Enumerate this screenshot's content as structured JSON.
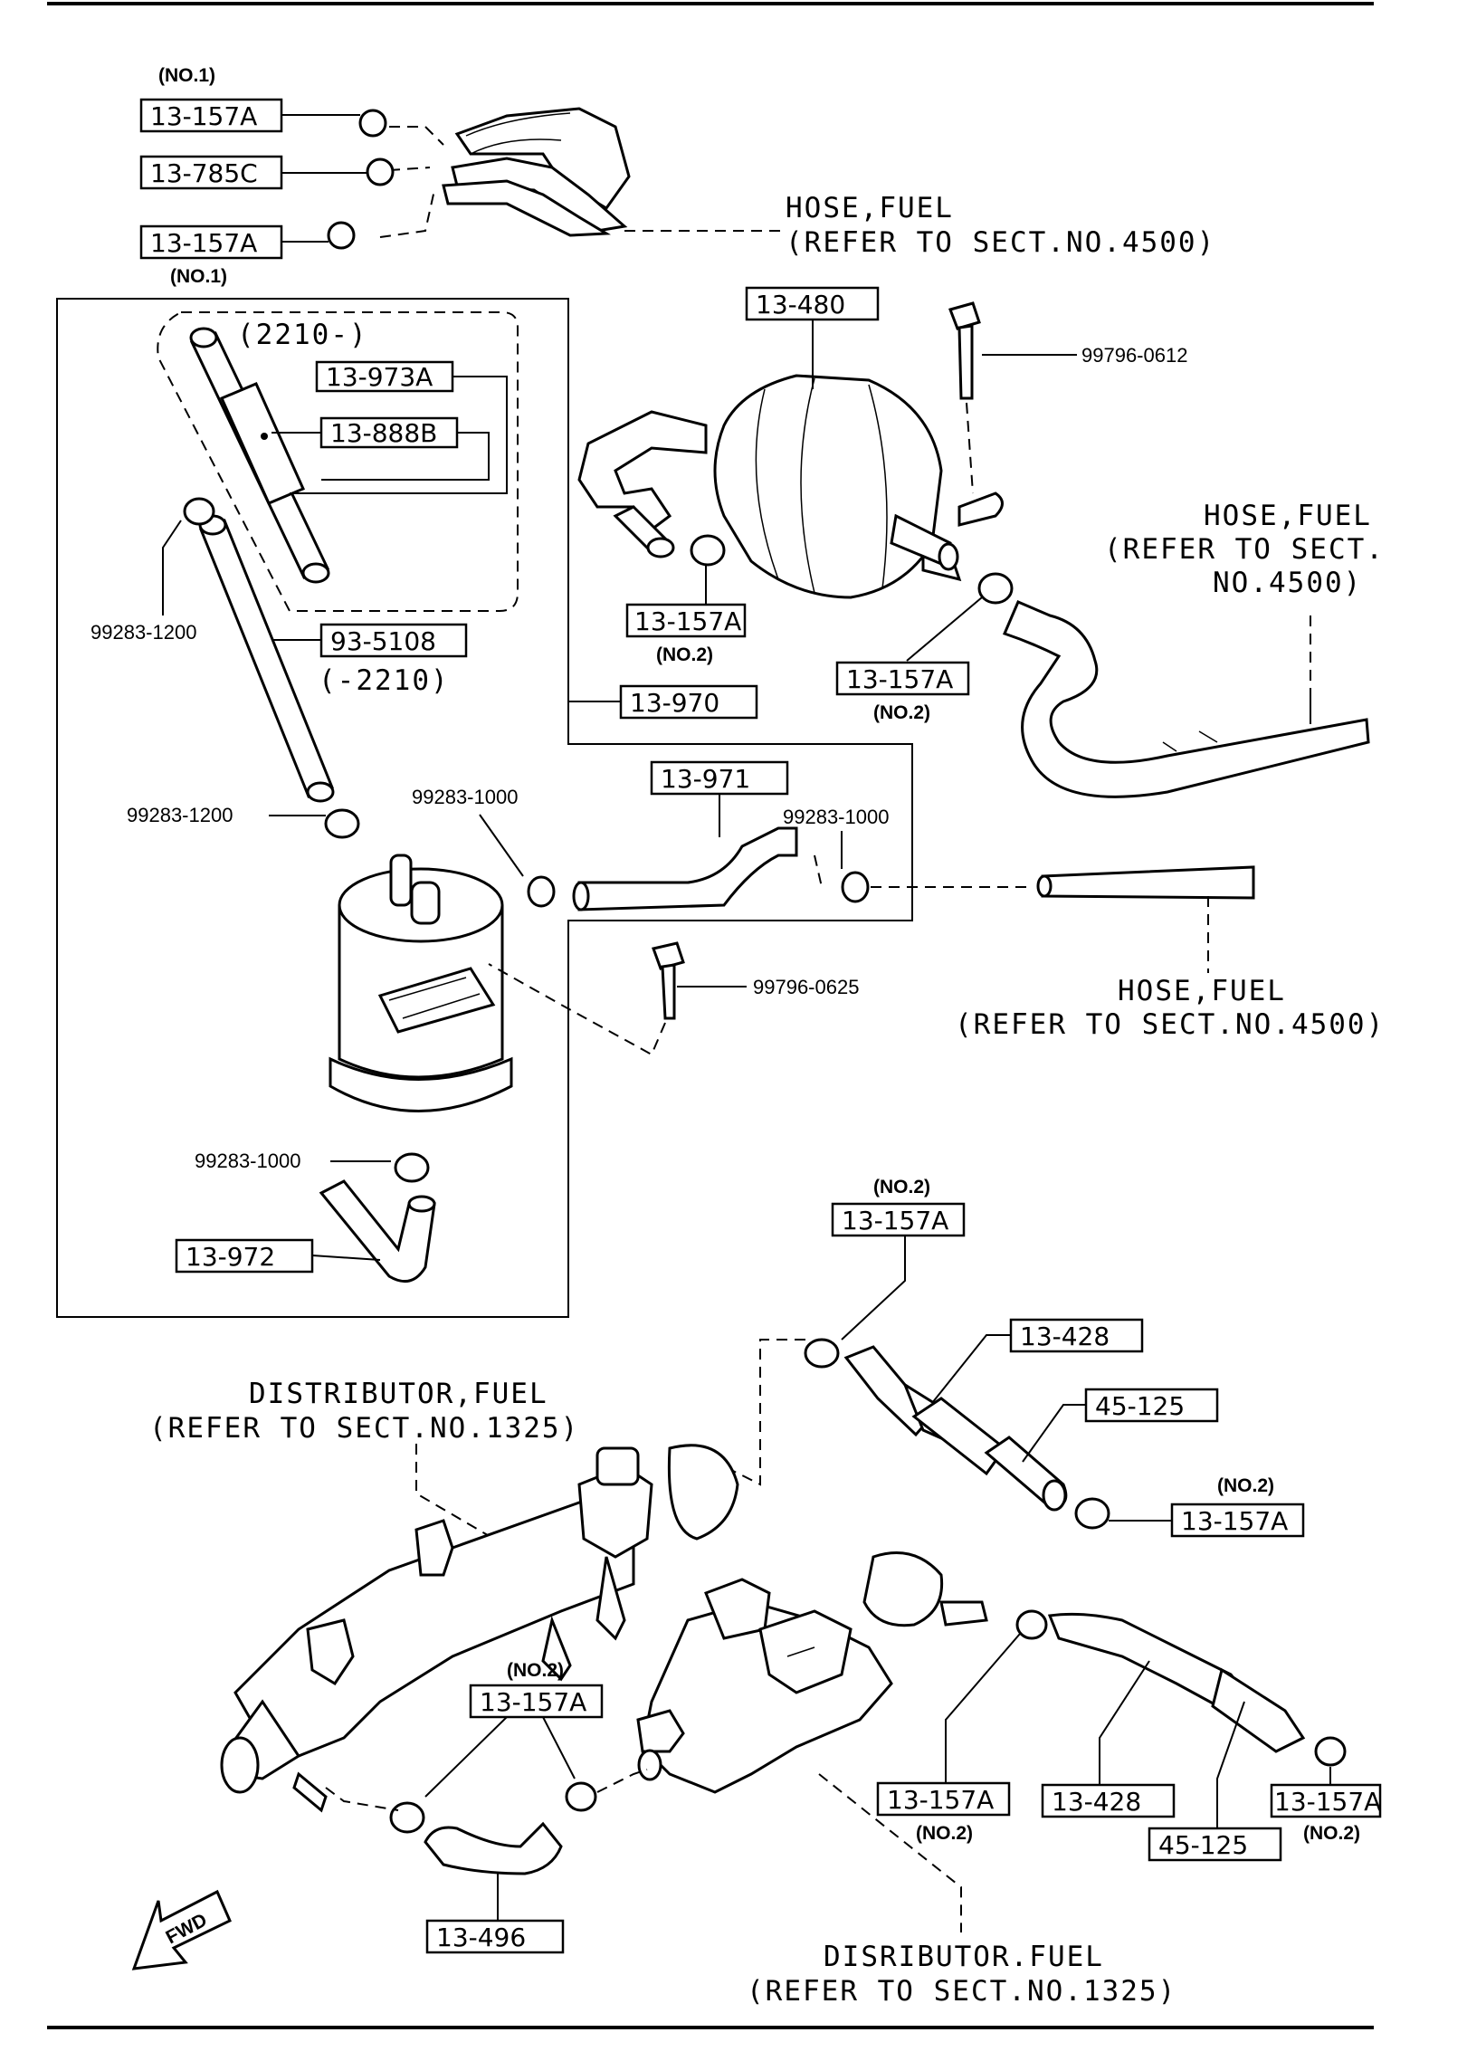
{
  "callouts": {
    "c1": "13-157A",
    "c1_qty": "(NO.1)",
    "c2": "13-785C",
    "c3": "13-157A",
    "c3_qty": "(NO.1)",
    "c4": "13-480",
    "c5": "13-973A",
    "c6": "13-888B",
    "c7": "93-5108",
    "c8": "13-970",
    "c9": "13-971",
    "c10": "13-157A",
    "c10_qty": "(NO.2)",
    "c11": "13-157A",
    "c11_qty": "(NO.2)",
    "c12": "13-972",
    "c13": "13-157A",
    "c13_qty": "(NO.2)",
    "c14": "13-428",
    "c15": "45-125",
    "c16": "13-157A",
    "c16_qty": "(NO.2)",
    "c17": "13-157A",
    "c17_qty": "(NO.2)",
    "c18": "13-496",
    "c19": "13-157A",
    "c19_qty": "(NO.2)",
    "c20": "13-428",
    "c21": "45-125",
    "c22": "13-157A",
    "c22_qty": "(NO.2)"
  },
  "serials": {
    "range_from": "(2210-)",
    "range_to": "(-2210)"
  },
  "part_numbers": {
    "p1": "99796-0612",
    "p2": "99283-1200",
    "p3": "99283-1200",
    "p4": "99283-1000",
    "p5": "99283-1000",
    "p6": "99796-0625",
    "p7": "99283-1000"
  },
  "notes": {
    "n1_line1": "HOSE,FUEL",
    "n1_line2": "(REFER TO SECT.NO.4500)",
    "n2_line1": "HOSE,FUEL",
    "n2_line2": "(REFER TO SECT.",
    "n2_line3": "NO.4500)",
    "n3_line1": "HOSE,FUEL",
    "n3_line2": "(REFER TO SECT.NO.4500)",
    "n4_line1": "DISTRIBUTOR,FUEL",
    "n4_line2": "(REFER TO SECT.NO.1325)",
    "n5_line1": "DISRIBUTOR.FUEL",
    "n5_line2": "(REFER TO SECT.NO.1325)"
  },
  "fwd": "FWD"
}
